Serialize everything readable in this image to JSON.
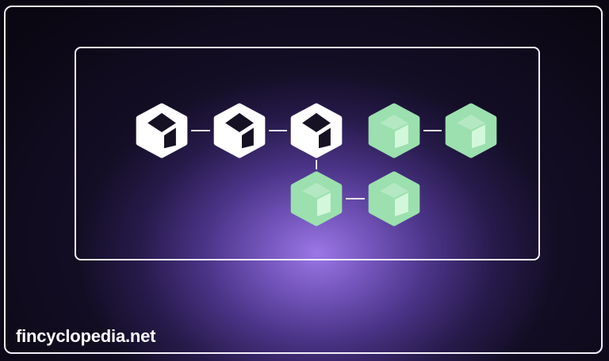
{
  "watermark": "fincyclopedia.net",
  "colors": {
    "confirmed_block": "#ffffff",
    "confirmed_block_face": "#171124",
    "pending_block": "#9be0ae",
    "pending_block_face": "#d3f7da",
    "connector": "#e6e2ee"
  },
  "diagram": {
    "blocks": [
      {
        "id": "b1",
        "status": "confirmed",
        "icon": "cube-icon"
      },
      {
        "id": "b2",
        "status": "confirmed",
        "icon": "cube-icon"
      },
      {
        "id": "b3",
        "status": "confirmed",
        "icon": "cube-icon"
      },
      {
        "id": "b4",
        "status": "pending",
        "icon": "cube-icon"
      },
      {
        "id": "b5",
        "status": "pending",
        "icon": "cube-icon"
      },
      {
        "id": "b6",
        "status": "pending",
        "icon": "cube-icon"
      },
      {
        "id": "b7",
        "status": "pending",
        "icon": "cube-icon"
      }
    ],
    "links": [
      [
        "b1",
        "b2"
      ],
      [
        "b2",
        "b3"
      ],
      [
        "b3",
        "b6"
      ],
      [
        "b6",
        "b7"
      ],
      [
        "b4",
        "b5"
      ]
    ]
  }
}
